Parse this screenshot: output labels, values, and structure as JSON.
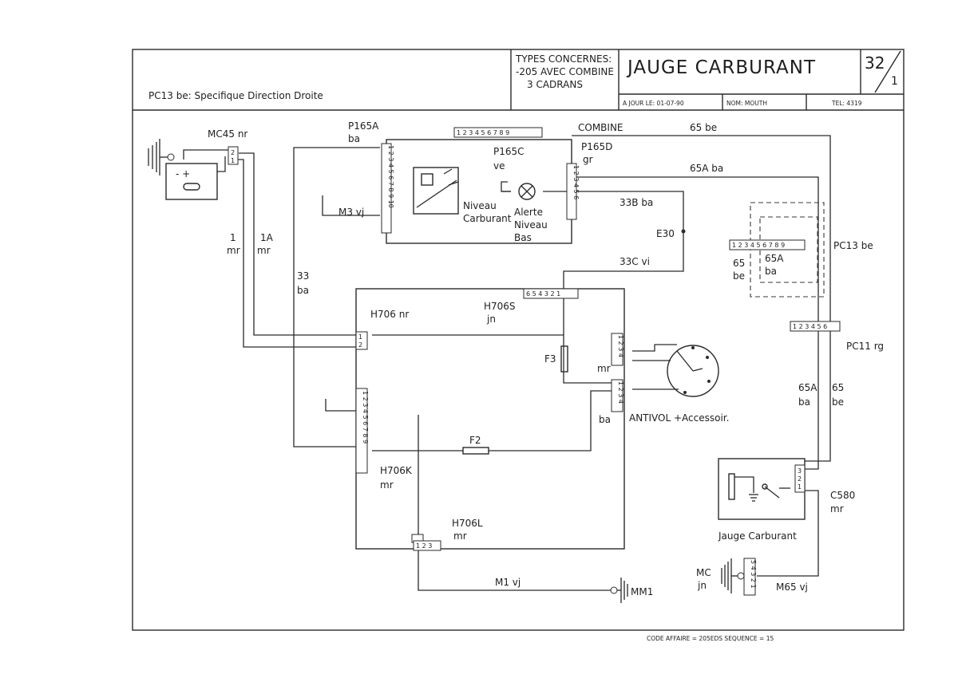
{
  "header": {
    "note": "PC13 be:  Specifique Direction Droite",
    "types_1": "TYPES CONCERNES:",
    "types_2": "-205 AVEC COMBINE",
    "types_3": "3 CADRANS",
    "title": "JAUGE  CARBURANT",
    "sheet_num": "32",
    "sheet_sub": "1",
    "a_jour": "A JOUR LE:  01-07-90",
    "nom": "NOM: MOUTH",
    "tel": "TEL:    4319"
  },
  "labels": {
    "mc45": "MC45 nr",
    "p165a": "P165A",
    "p165a_col": "ba",
    "combine": "COMBINE",
    "p165c": "P165C",
    "p165c_col": "ve",
    "p165d": "P165D",
    "p165d_col": "gr",
    "w65be": "65 be",
    "w65a": "65A  ba",
    "m3": "M3 vj",
    "niveau_1": "Niveau",
    "niveau_2": "Carburant",
    "alerte_1": "Alerte",
    "alerte_2": "Niveau",
    "alerte_3": "Bas",
    "w33b": "33B ba",
    "e30": "E30",
    "w33c": "33C vi",
    "pc13": "PC13 be",
    "pc13_65": "65",
    "pc13_be": "be",
    "pc13_65a": "65A",
    "pc13_ba": "ba",
    "w1": "1",
    "w1_col": "mr",
    "w1a": "1A",
    "w1a_col": "mr",
    "w33": "33",
    "w33_col": "ba",
    "h706": "H706 nr",
    "h706s": "H706S",
    "h706s_col": "jn",
    "f3": "F3",
    "mr_mid": "mr",
    "pc11": "PC11 rg",
    "ba_antivol": "ba",
    "antivol": "ANTIVOL +Accessoir.",
    "w65a_r": "65A",
    "w65a_r_col": "ba",
    "w65_r": "65",
    "w65_r_col": "be",
    "f2": "F2",
    "h706k": "H706K",
    "h706k_col": "mr",
    "c580": "C580",
    "c580_col": "mr",
    "jauge": "Jauge Carburant",
    "h706l": "H706L",
    "h706l_col": "mr",
    "mc": "MC",
    "mc_col": "jn",
    "m1": "M1  vj",
    "mm1": "MM1",
    "m65": "M65  vj"
  },
  "connectors": {
    "combine_pins": "1 2 3 4 5 6 7 8 9",
    "p165a_pins": "1 2 3 4 5 6 7 8 9 10",
    "p165d_pins": "1 2 3 4 5 6",
    "pc13_pins": "1 2 3 4 5 6 7 8 9",
    "h706s_pins": "6 5 4 3 2 1",
    "pc11_pins": "1 2 3 4 5 6",
    "h706k_pins": "1 2 3 4 5 6 7 8 9"
  },
  "footer": "CODE AFFAIRE = 205EDS SEQUENCE = 15"
}
